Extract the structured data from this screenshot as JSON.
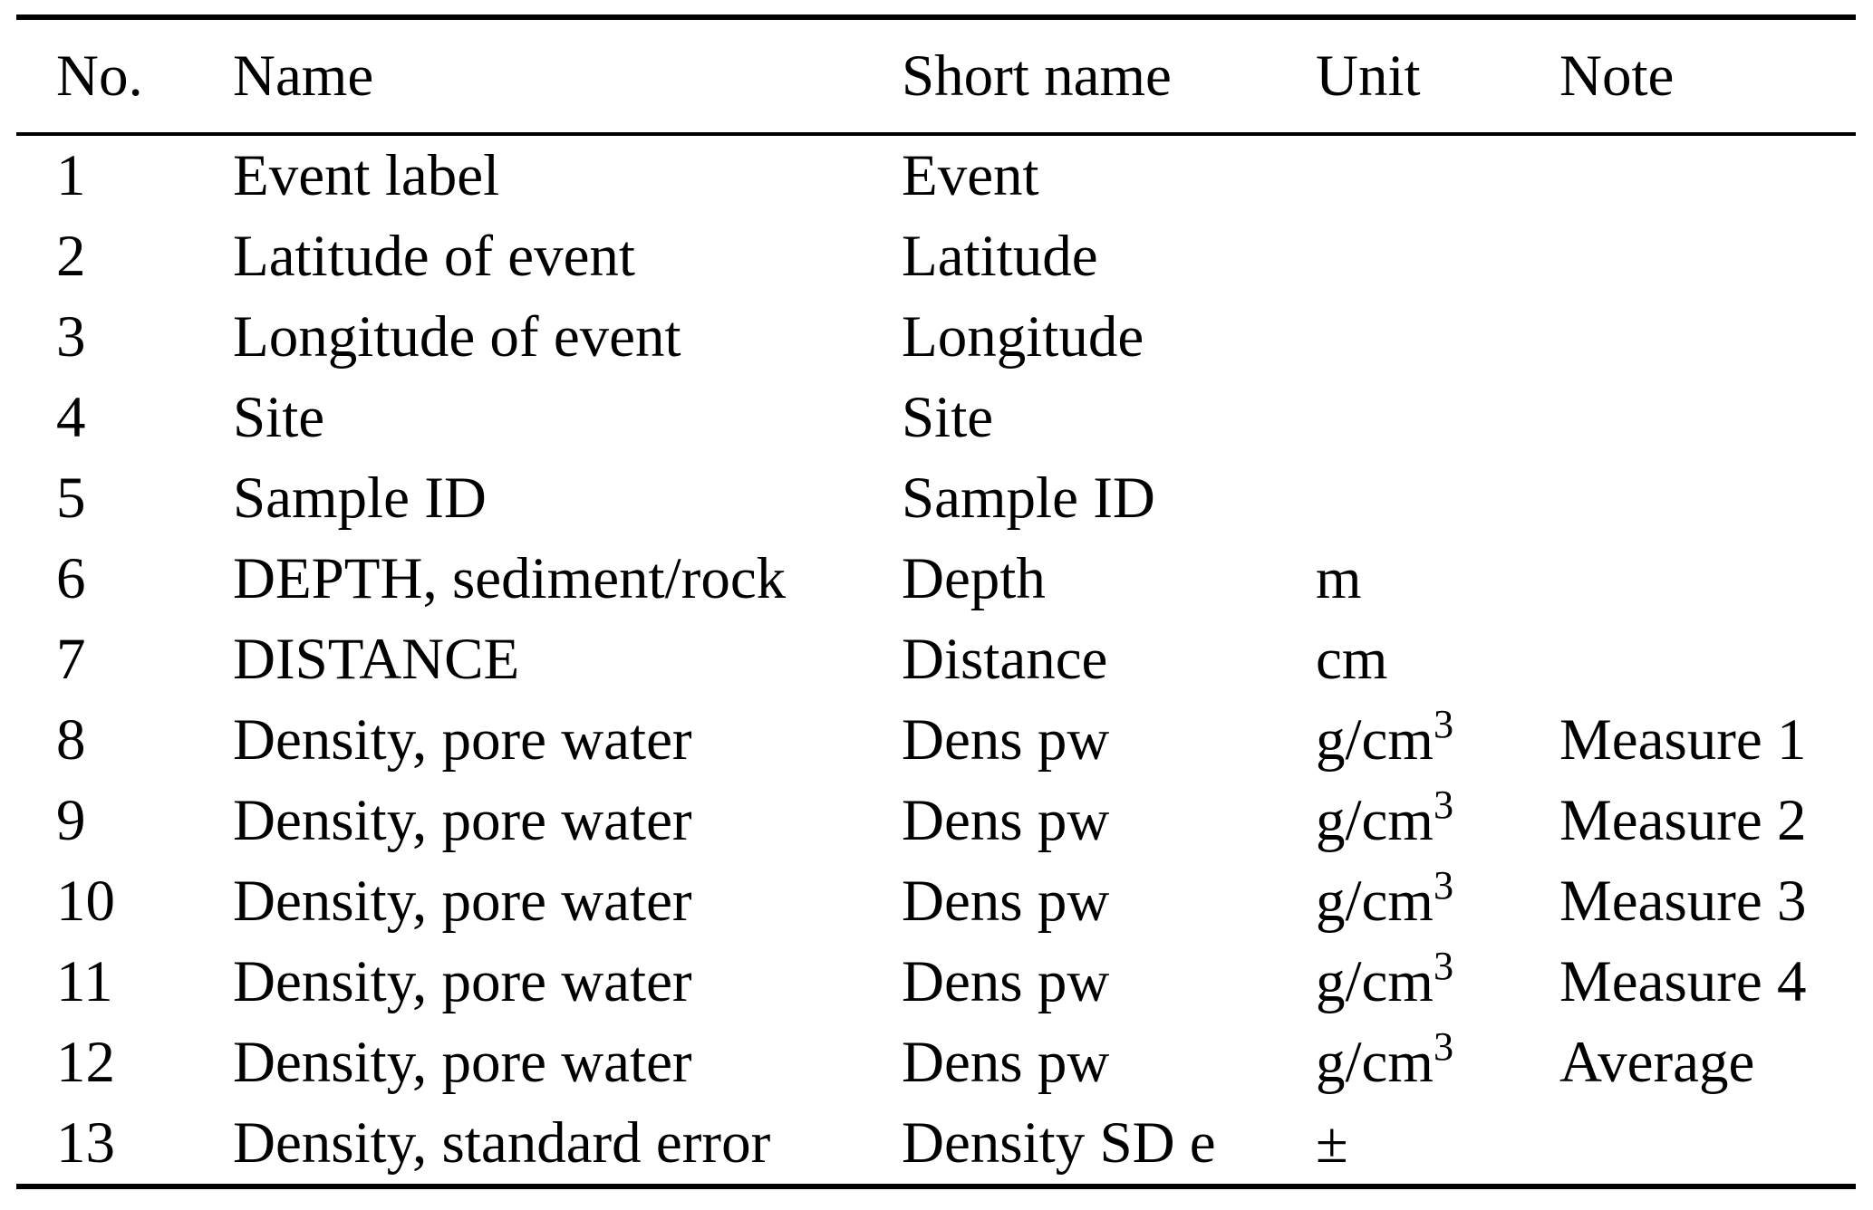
{
  "colors": {
    "background": "#ffffff",
    "text": "#000000",
    "rule": "#000000"
  },
  "table": {
    "columns": [
      {
        "key": "no",
        "label": "No."
      },
      {
        "key": "name",
        "label": "Name"
      },
      {
        "key": "short_name",
        "label": "Short name"
      },
      {
        "key": "unit",
        "label": "Unit"
      },
      {
        "key": "note",
        "label": "Note"
      }
    ],
    "rows": [
      {
        "no": "1",
        "name": "Event label",
        "short_name": "Event",
        "unit_base": "",
        "unit_sup": "",
        "note": ""
      },
      {
        "no": "2",
        "name": "Latitude of event",
        "short_name": "Latitude",
        "unit_base": "",
        "unit_sup": "",
        "note": ""
      },
      {
        "no": "3",
        "name": "Longitude of event",
        "short_name": "Longitude",
        "unit_base": "",
        "unit_sup": "",
        "note": ""
      },
      {
        "no": "4",
        "name": "Site",
        "short_name": "Site",
        "unit_base": "",
        "unit_sup": "",
        "note": ""
      },
      {
        "no": "5",
        "name": "Sample ID",
        "short_name": "Sample ID",
        "unit_base": "",
        "unit_sup": "",
        "note": ""
      },
      {
        "no": "6",
        "name": "DEPTH, sediment/rock",
        "short_name": "Depth",
        "unit_base": "m",
        "unit_sup": "",
        "note": ""
      },
      {
        "no": "7",
        "name": "DISTANCE",
        "short_name": "Distance",
        "unit_base": "cm",
        "unit_sup": "",
        "note": ""
      },
      {
        "no": "8",
        "name": "Density, pore water",
        "short_name": "Dens pw",
        "unit_base": "g/cm",
        "unit_sup": "3",
        "note": "Measure 1"
      },
      {
        "no": "9",
        "name": "Density, pore water",
        "short_name": "Dens pw",
        "unit_base": "g/cm",
        "unit_sup": "3",
        "note": "Measure 2"
      },
      {
        "no": "10",
        "name": "Density, pore water",
        "short_name": "Dens pw",
        "unit_base": "g/cm",
        "unit_sup": "3",
        "note": "Measure 3"
      },
      {
        "no": "11",
        "name": "Density, pore water",
        "short_name": "Dens pw",
        "unit_base": "g/cm",
        "unit_sup": "3",
        "note": "Measure 4"
      },
      {
        "no": "12",
        "name": "Density, pore water",
        "short_name": "Dens pw",
        "unit_base": "g/cm",
        "unit_sup": "3",
        "note": "Average"
      },
      {
        "no": "13",
        "name": "Density, standard error",
        "short_name": "Density SD e",
        "unit_base": "±",
        "unit_sup": "",
        "note": ""
      }
    ]
  }
}
